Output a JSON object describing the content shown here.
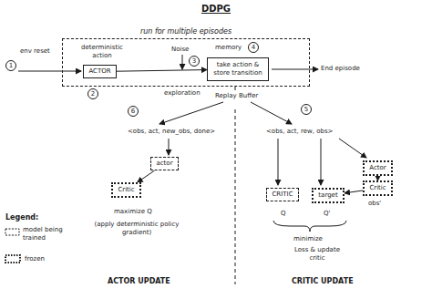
{
  "diagram": {
    "title": "DDPG",
    "nodes": [
      {
        "text": [
          "run for multiple episodes"
        ]
      },
      {
        "text": [
          "ACTOR"
        ],
        "in": 0
      },
      {
        "text": [
          "take action & store transition"
        ],
        "in": 0
      },
      {
        "text": [
          "actor"
        ]
      },
      {
        "text": [
          "Critic"
        ]
      },
      {
        "text": [
          "CRITIC"
        ]
      },
      {
        "text": [
          "target"
        ]
      },
      {
        "text": [
          "Actor"
        ]
      },
      {
        "text": [
          "Critic"
        ]
      }
    ],
    "edges": [
      {
        "from": 1,
        "to": 2,
        "arrow": "to"
      },
      {
        "from": 3,
        "to": 4,
        "arrow": "to"
      },
      {
        "from": 7,
        "to": 8,
        "arrow": "to"
      },
      {
        "from": 8,
        "to": 6,
        "arrow": "to"
      }
    ],
    "labels": [
      "env reset",
      "1",
      "deterministic action",
      "2",
      "Noise",
      "3",
      "exploration",
      "memory",
      "4",
      "End episode",
      "Replay Buffer",
      "6",
      "<obs, act, new_obs, done>",
      "5",
      "<obs, act, rew, obs>",
      "maximize Q",
      "(apply deterministic policy gradient)",
      "ACTOR UPDATE",
      "obs'",
      "Q",
      "Q'",
      "minimize",
      "Loss & update critic",
      "CRITIC UPDATE",
      "Legend:"
    ],
    "legend": [
      {
        "text": "model being trained"
      },
      {
        "text": "frozen"
      }
    ]
  }
}
